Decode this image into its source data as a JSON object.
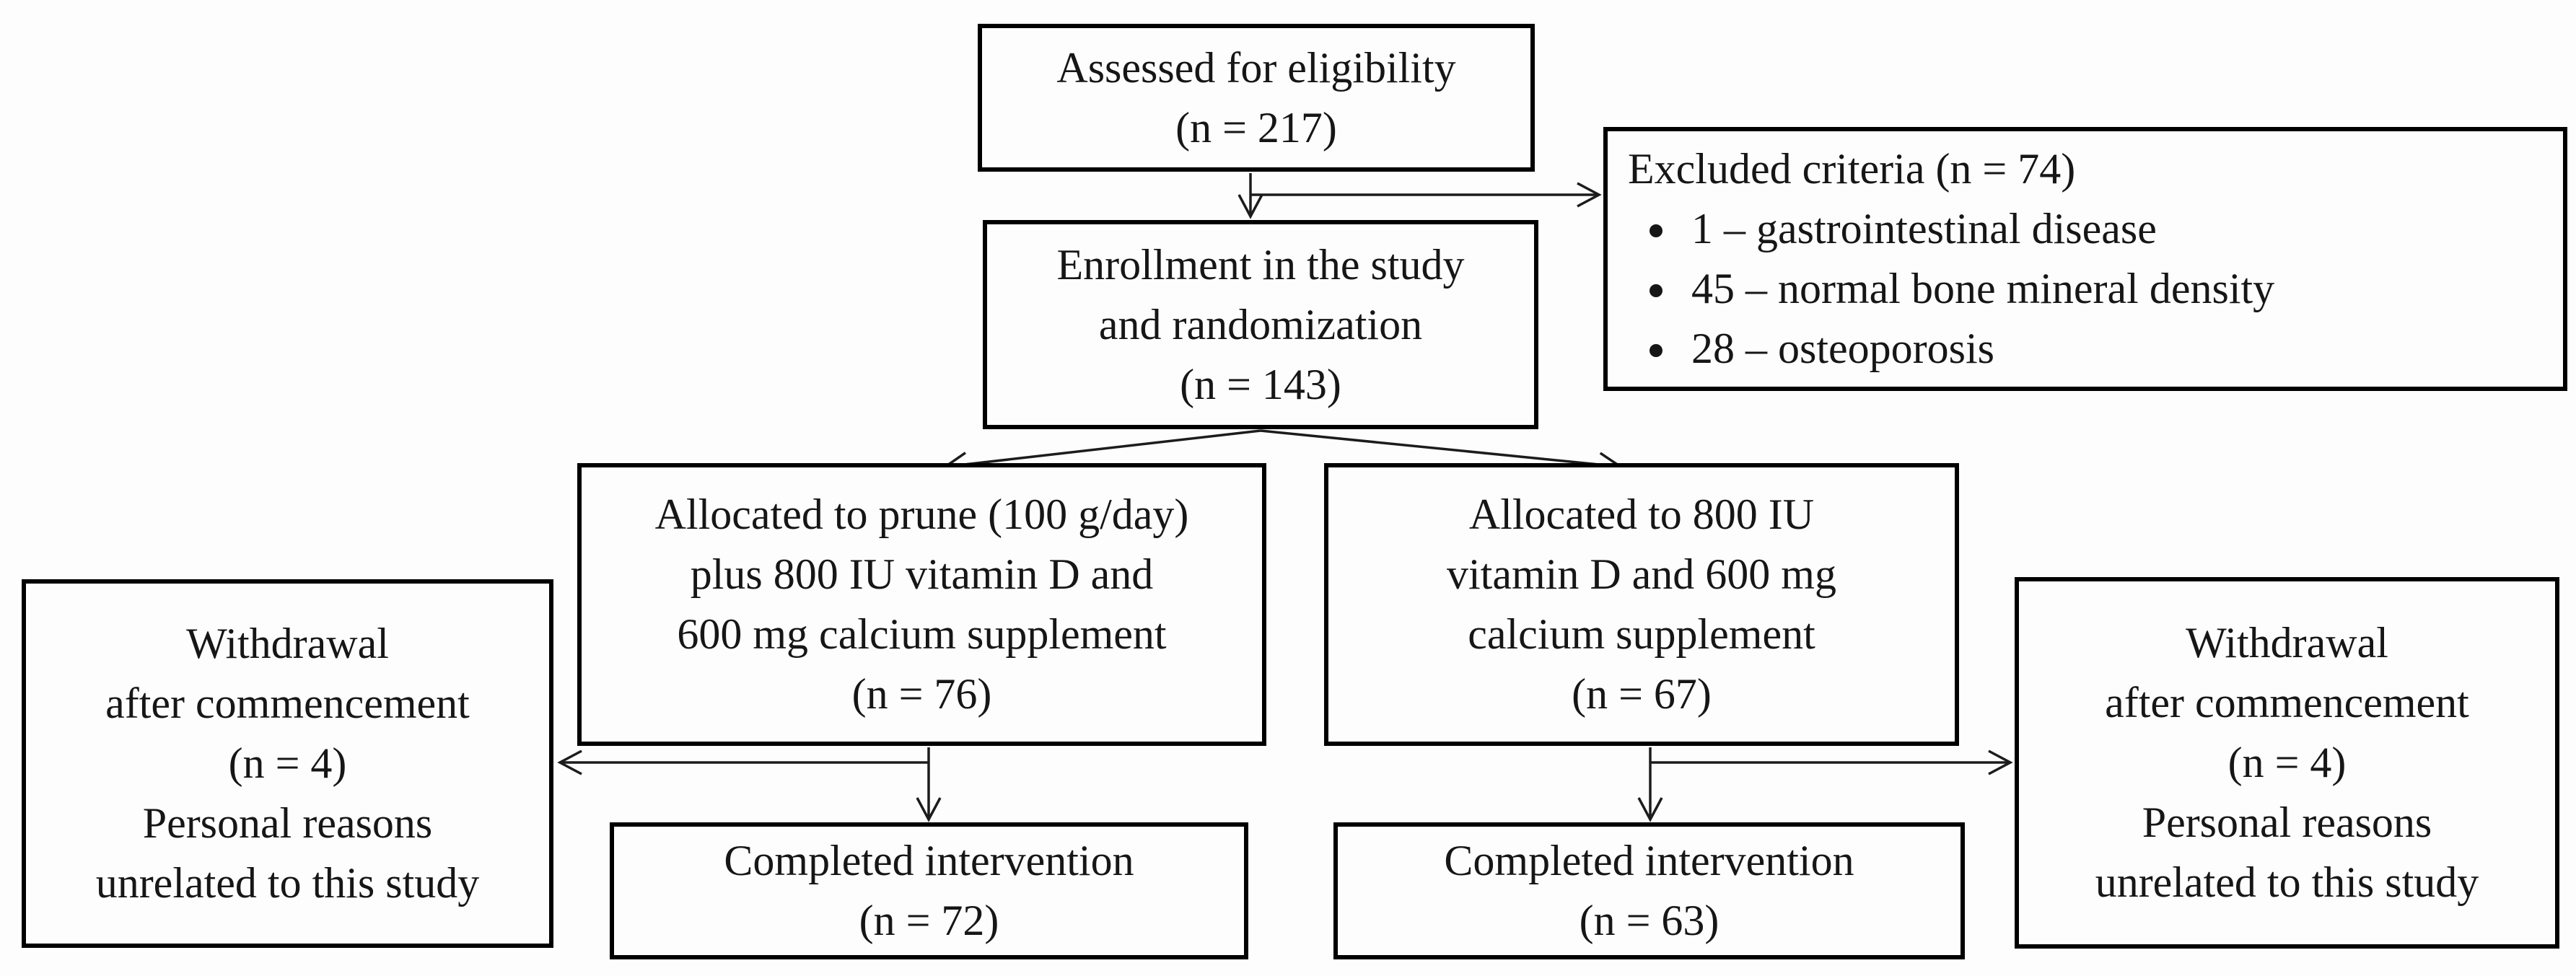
{
  "colors": {
    "background": "#fdfdfd",
    "box_border": "#000000",
    "text": "#161616",
    "connector": "#1c1c1c"
  },
  "diagram": {
    "boxes": {
      "assessed": {
        "lines": [
          "Assessed for eligibility",
          "(n = 217)"
        ]
      },
      "excluded": {
        "title": "Excluded criteria (n = 74)",
        "bullets": [
          "1 – gastrointestinal disease",
          "45 – normal bone mineral density",
          "28 – osteoporosis"
        ]
      },
      "enrollment": {
        "lines": [
          "Enrollment in the study",
          "and randomization",
          "(n = 143)"
        ]
      },
      "alloc_prune": {
        "lines": [
          "Allocated to prune (100 g/day)",
          "plus 800 IU vitamin D and",
          "600 mg calcium supplement",
          "(n = 76)"
        ]
      },
      "alloc_control": {
        "lines": [
          "Allocated to 800 IU",
          "vitamin D and 600 mg",
          "calcium supplement",
          "(n = 67)"
        ]
      },
      "withdrawal_left": {
        "lines": [
          "Withdrawal",
          "after commencement",
          "(n = 4)",
          "Personal reasons",
          "unrelated to this study"
        ]
      },
      "withdrawal_right": {
        "lines": [
          "Withdrawal",
          "after commencement",
          "(n = 4)",
          "Personal reasons",
          "unrelated to this study"
        ]
      },
      "completed_left": {
        "lines": [
          "Completed intervention",
          "(n = 72)"
        ]
      },
      "completed_right": {
        "lines": [
          "Completed intervention",
          "(n = 63)"
        ]
      }
    }
  }
}
